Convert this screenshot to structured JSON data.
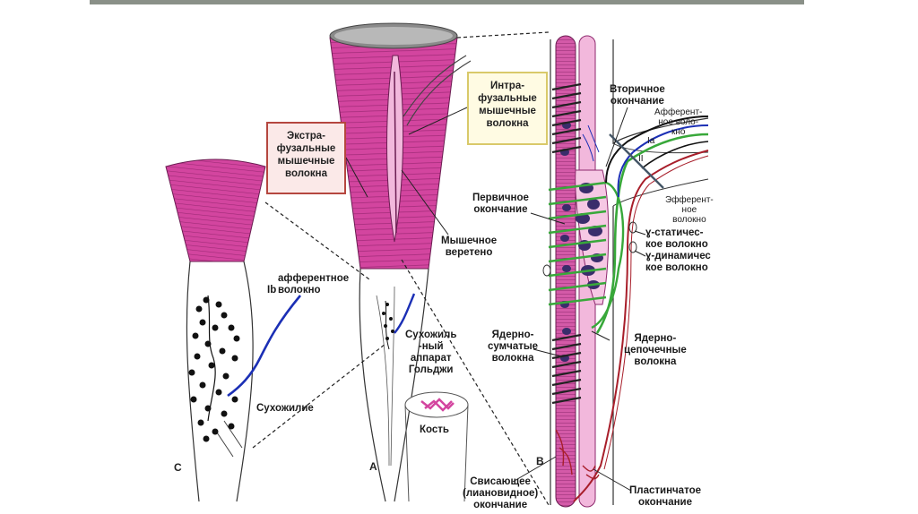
{
  "labels": {
    "extrafusal": "Экстра-\nфузальные\nмышечные\nволокна",
    "intrafusal": "Интра-\nфузальные\nмышечные\nволокна",
    "secondary_ending": "Вторичное\nокончание",
    "afferent_fibers_right": "Афферент-\nное воло-\nкно",
    "ia": "Ia",
    "ii": "II",
    "efferent_fiber": "Эфферент-\nное\nволокно",
    "gamma_static": "ɣ-статичес-\nкое волокно",
    "gamma_dynamic": "ɣ-динамичес\nкое волокно",
    "primary_ending": "Первичное\nокончание",
    "muscle_spindle": "Мышечное\nверетено",
    "afferent_fiber_left": "афферентное\nволокно",
    "ib": "Ib",
    "golgi_apparatus": "Сухожиль\n-ный\nаппарат\nГольджи",
    "bone": "Кость",
    "tendon": "Сухожилие",
    "nuclear_bag": "Ядерно-\nсумчатые\nволокна",
    "nuclear_chain": "Ядерно-\nцепочечные\nволокна",
    "flower_spray": "Свисающее\n(лиановидное)\nокончание",
    "plate_ending": "Пластинчатое\nокончание",
    "letter_c": "C",
    "letter_a": "A",
    "letter_b": "B"
  },
  "colors": {
    "muscle": "#d3459f",
    "muscle_dark": "#9e2a76",
    "spindle_light": "#f2b8dc",
    "afferent_blue": "#1b2fb5",
    "gamma_green": "#38a83a",
    "efferent_red": "#a81e2a",
    "nucleus": "#3a2d6b",
    "red_box": "#b5473f",
    "yellow_box": "#d9c96a"
  }
}
